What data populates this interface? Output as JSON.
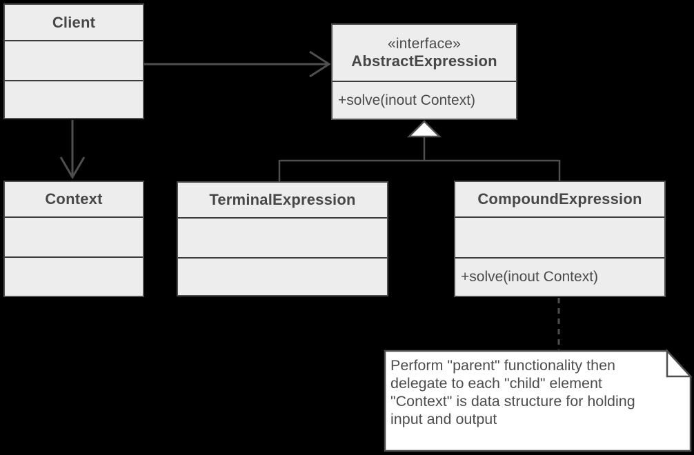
{
  "diagram": {
    "kind": "uml-class-diagram",
    "background_color": "#000000",
    "box_fill_color": "#ededed",
    "note_fill_color": "#ffffff",
    "border_color": "#4f4f4f",
    "separator_color": "#3b3b3b",
    "text_color": "#4a4a4a"
  },
  "classes": {
    "client": {
      "name": "Client"
    },
    "abstract_expression": {
      "stereotype": "«interface»",
      "name": "AbstractExpression",
      "method": "+solve(inout Context)"
    },
    "context": {
      "name": "Context"
    },
    "terminal_expression": {
      "name": "TerminalExpression"
    },
    "compound_expression": {
      "name": "CompoundExpression",
      "method": "+solve(inout Context)"
    }
  },
  "note": {
    "lines": [
      "Perform \"parent\" functionality then",
      "delegate to each \"child\" element",
      "\"Context\" is data structure for holding",
      "input and output"
    ]
  }
}
